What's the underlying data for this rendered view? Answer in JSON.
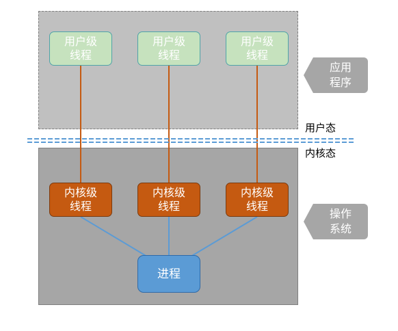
{
  "user_threads": [
    {
      "line1": "用户级",
      "line2": "线程"
    },
    {
      "line1": "用户级",
      "line2": "线程"
    },
    {
      "line1": "用户级",
      "line2": "线程"
    }
  ],
  "kernel_threads": [
    {
      "line1": "内核级",
      "line2": "线程"
    },
    {
      "line1": "内核级",
      "line2": "线程"
    },
    {
      "line1": "内核级",
      "line2": "线程"
    }
  ],
  "process": {
    "label": "进程"
  },
  "tags": {
    "application": {
      "line1": "应用",
      "line2": "程序"
    },
    "os": {
      "line1": "操作",
      "line2": "系统"
    }
  },
  "modes": {
    "user": "用户态",
    "kernel": "内核态"
  },
  "colors": {
    "user_region": "#c0c0c0",
    "kernel_region": "#a6a6a6",
    "user_thread": "#c6e2be",
    "kernel_thread": "#c55a11",
    "process": "#5b9bd5",
    "user_kernel_link": "#c55a11",
    "kernel_process_link": "#5b9bd5",
    "boundary": "#5b9bd5"
  }
}
